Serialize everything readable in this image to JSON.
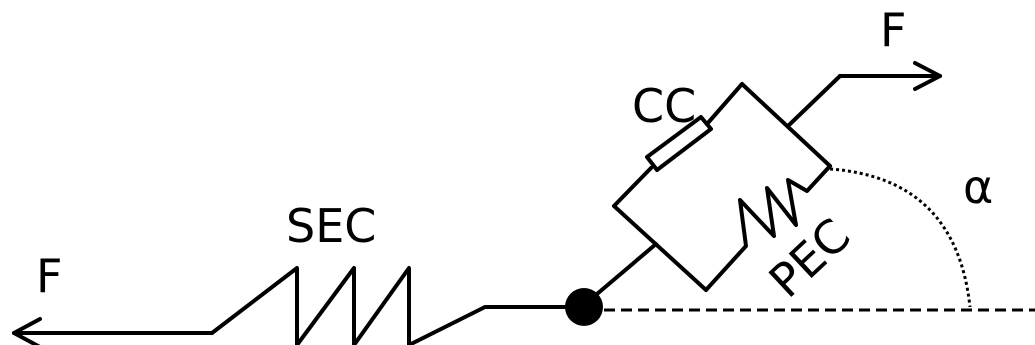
{
  "labels": {
    "force_left": "F",
    "force_right": "F",
    "series_elastic": "SEC",
    "contractile": "CC",
    "parallel_elastic": "PEC",
    "angle": "α"
  },
  "colors": {
    "stroke": "#000000",
    "background": "#ffffff"
  }
}
